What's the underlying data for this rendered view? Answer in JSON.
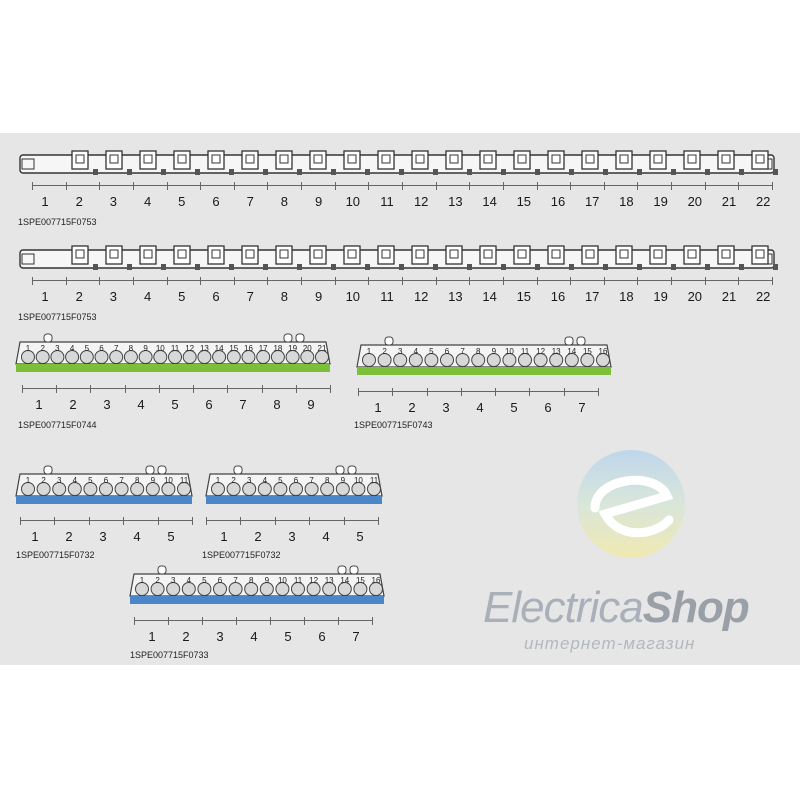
{
  "long_rails": [
    {
      "labels": [
        "1",
        "2",
        "3",
        "4",
        "5",
        "6",
        "7",
        "8",
        "9",
        "10",
        "11",
        "12",
        "13",
        "14",
        "15",
        "16",
        "17",
        "18",
        "19",
        "20",
        "21",
        "22"
      ],
      "code": "1SPE007715F0753"
    },
    {
      "labels": [
        "1",
        "2",
        "3",
        "4",
        "5",
        "6",
        "7",
        "8",
        "9",
        "10",
        "11",
        "12",
        "13",
        "14",
        "15",
        "16",
        "17",
        "18",
        "19",
        "20",
        "21",
        "22"
      ],
      "code": "1SPE007715F0753"
    }
  ],
  "terminal_blocks": [
    {
      "color": "green",
      "hole_labels": [
        "1",
        "2",
        "3",
        "4",
        "5",
        "6",
        "7",
        "8",
        "9",
        "10",
        "11",
        "12",
        "13",
        "14",
        "15",
        "16",
        "17",
        "18",
        "19",
        "20",
        "21"
      ],
      "scale_labels": [
        "1",
        "2",
        "3",
        "4",
        "5",
        "6",
        "7",
        "8",
        "9"
      ],
      "code": "1SPE007715F0744"
    },
    {
      "color": "green",
      "hole_labels": [
        "1",
        "2",
        "3",
        "4",
        "5",
        "6",
        "7",
        "8",
        "9",
        "10",
        "11",
        "12",
        "13",
        "14",
        "15",
        "16"
      ],
      "scale_labels": [
        "1",
        "2",
        "3",
        "4",
        "5",
        "6",
        "7"
      ],
      "code": "1SPE007715F0743"
    },
    {
      "color": "blue",
      "hole_labels": [
        "1",
        "2",
        "3",
        "4",
        "5",
        "6",
        "7",
        "8",
        "9",
        "10",
        "11"
      ],
      "scale_labels": [
        "1",
        "2",
        "3",
        "4",
        "5"
      ],
      "code": "1SPE007715F0732"
    },
    {
      "color": "blue",
      "hole_labels": [
        "1",
        "2",
        "3",
        "4",
        "5",
        "6",
        "7",
        "8",
        "9",
        "10",
        "11"
      ],
      "scale_labels": [
        "1",
        "2",
        "3",
        "4",
        "5"
      ],
      "code": "1SPE007715F0732"
    },
    {
      "color": "blue",
      "hole_labels": [
        "1",
        "2",
        "3",
        "4",
        "5",
        "6",
        "7",
        "8",
        "9",
        "10",
        "11",
        "12",
        "13",
        "14",
        "15",
        "16"
      ],
      "scale_labels": [
        "1",
        "2",
        "3",
        "4",
        "5",
        "6",
        "7"
      ],
      "code": "1SPE007715F0733"
    }
  ],
  "colors": {
    "green": "#7bbf3a",
    "blue": "#4a86c8",
    "background": "#e6e6e6"
  },
  "watermark": {
    "word1": "Electrica",
    "word2": "Shop",
    "subtitle": "интернет-магазин",
    "logo_icon": "e-letter-globe-icon"
  }
}
